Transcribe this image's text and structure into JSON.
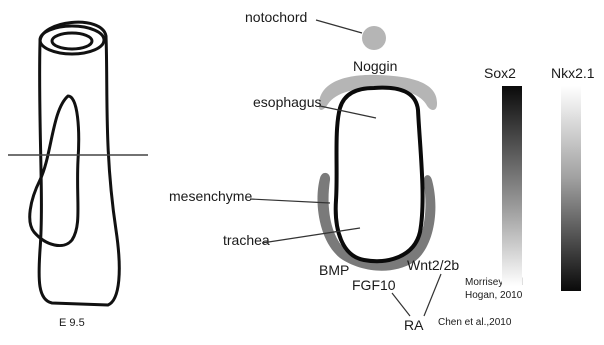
{
  "diagram": {
    "stage_label": "E 9.5",
    "labels": {
      "notochord": "notochord",
      "noggin": "Noggin",
      "esophagus": "esophagus",
      "mesenchyme": "mesenchyme",
      "trachea": "trachea",
      "bmp": "BMP",
      "fgf10": "FGF10",
      "wnt": "Wnt2/2b",
      "ra": "RA"
    },
    "citations": {
      "morrisey_line1": "Morrisey and",
      "morrisey_line2": "Hogan, 2010",
      "chen": "Chen et al.,2010"
    },
    "gradients": {
      "sox2": {
        "label": "Sox2",
        "direction": "dark-top"
      },
      "nkx21": {
        "label": "Nkx2.1",
        "direction": "dark-bottom"
      }
    },
    "colors": {
      "outline": "#111111",
      "noggin_gray": "#b5b5b5",
      "mesenchyme_gray": "#7a7a7a"
    }
  }
}
